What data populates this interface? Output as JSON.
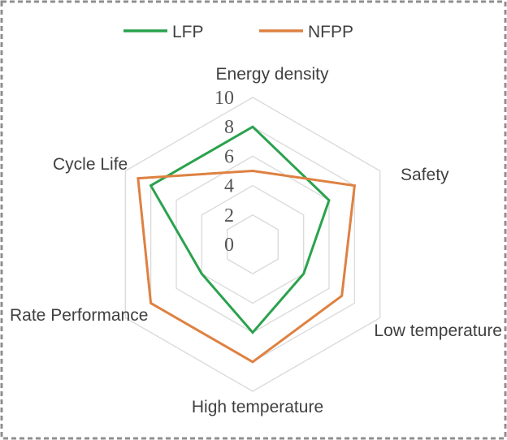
{
  "legend": {
    "position": "top",
    "items": [
      {
        "label": "LFP",
        "color": "#2aa24d"
      },
      {
        "label": "NFPP",
        "color": "#de8142"
      }
    ]
  },
  "chart_data": {
    "type": "radar",
    "categories": [
      "Energy density",
      "Safety",
      "Low temperature",
      "High temperature",
      "Rate Performance",
      "Cycle Life"
    ],
    "series": [
      {
        "name": "LFP",
        "color": "#2aa24d",
        "values": [
          8,
          6,
          4,
          6,
          4,
          8
        ]
      },
      {
        "name": "NFPP",
        "color": "#de8142",
        "values": [
          5,
          8,
          7,
          8,
          8,
          9
        ]
      }
    ],
    "axis_range": [
      0,
      10
    ],
    "ticks": [
      0,
      2,
      4,
      6,
      8,
      10
    ],
    "grid": true,
    "grid_shape": "hexagon",
    "fill": "none",
    "legend_position": "top"
  },
  "colors": {
    "grid": "#d9d9d9",
    "axis_label": "#404040",
    "tick_label": "#555555",
    "border": "#8f8f8f",
    "background": "#ffffff"
  }
}
